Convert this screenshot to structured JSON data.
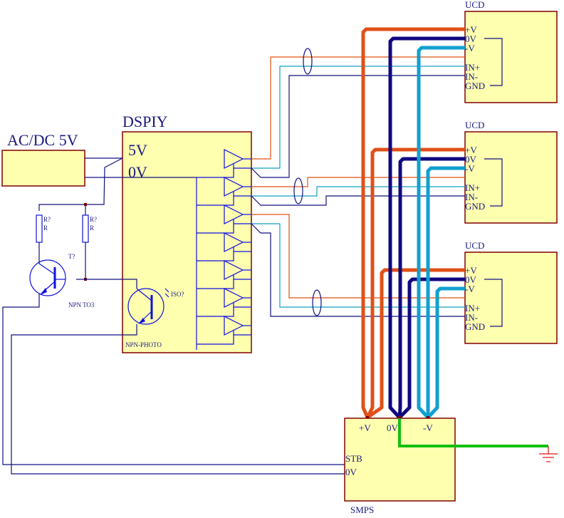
{
  "colors": {
    "box_fill": "#ffffb0",
    "box_border": "#800000",
    "label": "#1a1a80",
    "positive_rail": "#e05018",
    "zero_rail": "#100880",
    "negative_rail": "#10a0d0",
    "ground_link": "#10c010",
    "ground_symbol": "#e01010",
    "signal_wire": "#1010e0"
  },
  "acdc": {
    "title": "AC/DC 5V"
  },
  "dspiy": {
    "title": "DSPIY",
    "pin_5v": "5V",
    "pin_0v": "0V",
    "buffer_count": 7,
    "photo_label": "NPN-PHOTO",
    "iso_label": "ISO?"
  },
  "left_circuit": {
    "resistor1": {
      "ref": "R?",
      "value": "R"
    },
    "resistor2": {
      "ref": "R?",
      "value": "R"
    },
    "transistor_ref": "T?",
    "transistor_type": "NPN TO3"
  },
  "ucd_modules": [
    {
      "title": "UCD",
      "pins": [
        "+V",
        "0V",
        "-V",
        "IN+",
        "IN-",
        "GND"
      ]
    },
    {
      "title": "UCD",
      "pins": [
        "+V",
        "0V",
        "-V",
        "IN+",
        "IN-",
        "GND"
      ]
    },
    {
      "title": "UCD",
      "pins": [
        "+V",
        "0V",
        "-V",
        "IN+",
        "IN-",
        "GND"
      ]
    }
  ],
  "smps": {
    "title": "SMPS",
    "pin_pos": "+V",
    "pin_zero": "0V",
    "pin_neg": "-V",
    "pin_stb": "STB",
    "pin_0v": "0V"
  }
}
